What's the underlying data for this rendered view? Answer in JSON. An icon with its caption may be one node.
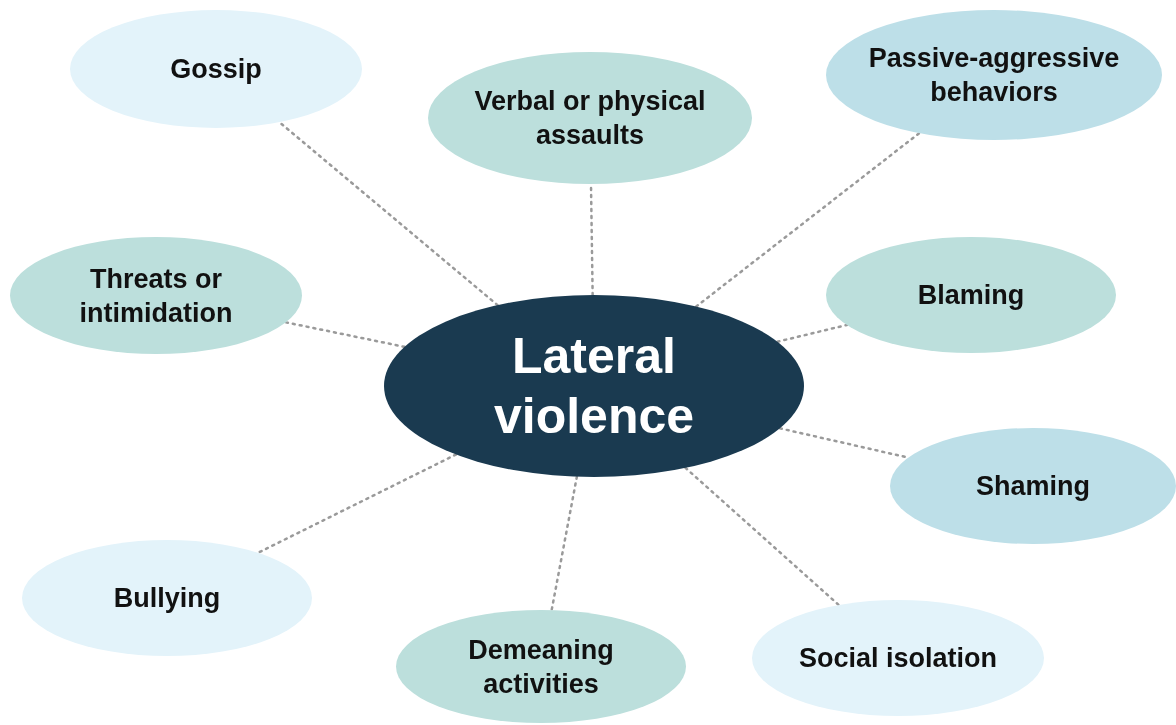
{
  "diagram": {
    "nodes": [
      {
        "text": [
          "Lateral violence"
        ]
      },
      {
        "text": [
          "Gossip"
        ]
      },
      {
        "text": [
          "Verbal or physical assaults"
        ]
      },
      {
        "text": [
          "Passive-aggressive behaviors"
        ]
      },
      {
        "text": [
          "Threats or intimidation"
        ]
      },
      {
        "text": [
          "Blaming"
        ]
      },
      {
        "text": [
          "Shaming"
        ]
      },
      {
        "text": [
          "Bullying"
        ]
      },
      {
        "text": [
          "Demeaning activities"
        ]
      },
      {
        "text": [
          "Social isolation"
        ]
      }
    ],
    "edges": [
      {
        "from": 0,
        "to": 1,
        "arrow": "none"
      },
      {
        "from": 0,
        "to": 2,
        "arrow": "none"
      },
      {
        "from": 0,
        "to": 3,
        "arrow": "none"
      },
      {
        "from": 0,
        "to": 4,
        "arrow": "none"
      },
      {
        "from": 0,
        "to": 5,
        "arrow": "none"
      },
      {
        "from": 0,
        "to": 6,
        "arrow": "none"
      },
      {
        "from": 0,
        "to": 7,
        "arrow": "none"
      },
      {
        "from": 0,
        "to": 8,
        "arrow": "none"
      },
      {
        "from": 0,
        "to": 9,
        "arrow": "none"
      }
    ]
  }
}
